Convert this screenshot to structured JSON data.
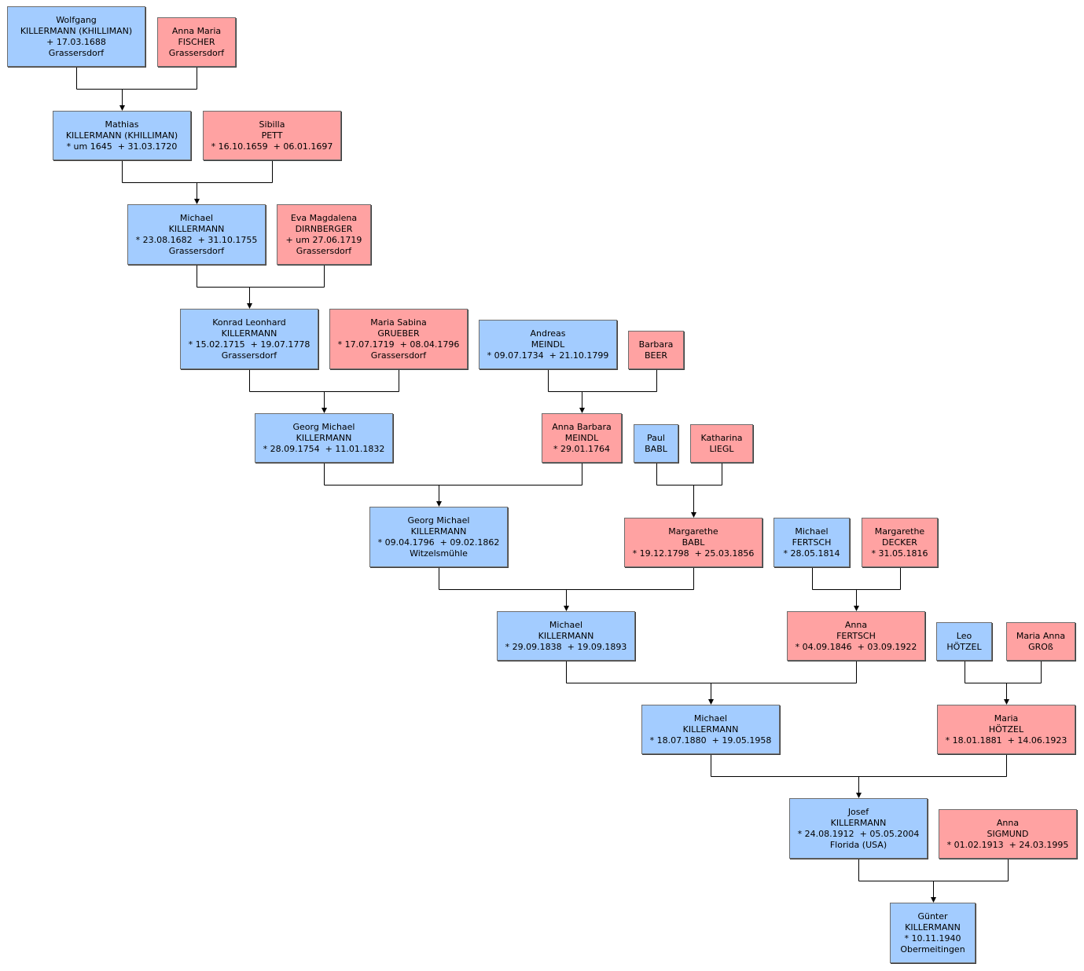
{
  "colors": {
    "male": "#a3ccff",
    "female": "#ffa2a2",
    "line": "#000000",
    "border": "#6d6d6d"
  },
  "people": {
    "wolfgang": {
      "gender": "m",
      "lines": [
        "Wolfgang",
        "KILLERMANN (KHILLIMAN)",
        "+ 17.03.1688",
        "Grassersdorf"
      ]
    },
    "anna_maria_fischer": {
      "gender": "f",
      "lines": [
        "Anna Maria",
        "FISCHER",
        "Grassersdorf"
      ]
    },
    "mathias": {
      "gender": "m",
      "lines": [
        "Mathias",
        "KILLERMANN (KHILLIMAN)",
        "* um 1645  + 31.03.1720"
      ]
    },
    "sibilla": {
      "gender": "f",
      "lines": [
        "Sibilla",
        "PETT",
        "* 16.10.1659  + 06.01.1697"
      ]
    },
    "michael_1682": {
      "gender": "m",
      "lines": [
        "Michael",
        "KILLERMANN",
        "* 23.08.1682  + 31.10.1755",
        "Grassersdorf"
      ]
    },
    "eva_magdalena": {
      "gender": "f",
      "lines": [
        "Eva Magdalena",
        "DIRNBERGER",
        "+ um 27.06.1719",
        "Grassersdorf"
      ]
    },
    "konrad_leonhard": {
      "gender": "m",
      "lines": [
        "Konrad Leonhard",
        "KILLERMANN",
        "* 15.02.1715  + 19.07.1778",
        "Grassersdorf"
      ]
    },
    "maria_sabina": {
      "gender": "f",
      "lines": [
        "Maria Sabina",
        "GRUEBER",
        "* 17.07.1719  + 08.04.1796",
        "Grassersdorf"
      ]
    },
    "andreas": {
      "gender": "m",
      "lines": [
        "Andreas",
        "MEINDL",
        "* 09.07.1734  + 21.10.1799"
      ]
    },
    "barbara_beer": {
      "gender": "f",
      "lines": [
        "Barbara",
        "BEER"
      ]
    },
    "georg_michael_1754": {
      "gender": "m",
      "lines": [
        "Georg Michael",
        "KILLERMANN",
        "* 28.09.1754  + 11.01.1832"
      ]
    },
    "anna_barbara": {
      "gender": "f",
      "lines": [
        "Anna Barbara",
        "MEINDL",
        "* 29.01.1764"
      ]
    },
    "paul_babl": {
      "gender": "m",
      "lines": [
        "Paul",
        "BABL"
      ]
    },
    "katharina_liegl": {
      "gender": "f",
      "lines": [
        "Katharina",
        "LIEGL"
      ]
    },
    "georg_michael_1796": {
      "gender": "m",
      "lines": [
        "Georg Michael",
        "KILLERMANN",
        "* 09.04.1796  + 09.02.1862",
        "Witzelsmühle"
      ]
    },
    "margarethe_babl": {
      "gender": "f",
      "lines": [
        "Margarethe",
        "BABL",
        "* 19.12.1798  + 25.03.1856"
      ]
    },
    "michael_fertsch": {
      "gender": "m",
      "lines": [
        "Michael",
        "FERTSCH",
        "* 28.05.1814"
      ]
    },
    "margarethe_decker": {
      "gender": "f",
      "lines": [
        "Margarethe",
        "DECKER",
        "* 31.05.1816"
      ]
    },
    "michael_1838": {
      "gender": "m",
      "lines": [
        "Michael",
        "KILLERMANN",
        "* 29.09.1838  + 19.09.1893"
      ]
    },
    "anna_fertsch": {
      "gender": "f",
      "lines": [
        "Anna",
        "FERTSCH",
        "* 04.09.1846  + 03.09.1922"
      ]
    },
    "leo_hoetzel": {
      "gender": "m",
      "lines": [
        "Leo",
        "HÖTZEL"
      ]
    },
    "maria_anna_gross": {
      "gender": "f",
      "lines": [
        "Maria Anna",
        "GROß"
      ]
    },
    "michael_1880": {
      "gender": "m",
      "lines": [
        "Michael",
        "KILLERMANN",
        "* 18.07.1880  + 19.05.1958"
      ]
    },
    "maria_hoetzel": {
      "gender": "f",
      "lines": [
        "Maria",
        "HÖTZEL",
        "* 18.01.1881  + 14.06.1923"
      ]
    },
    "josef": {
      "gender": "m",
      "lines": [
        "Josef",
        "KILLERMANN",
        "* 24.08.1912  + 05.05.2004",
        "Florida (USA)"
      ]
    },
    "anna_sigmund": {
      "gender": "f",
      "lines": [
        "Anna",
        "SIGMUND",
        "* 01.02.1913  + 24.03.1995"
      ]
    },
    "guenter": {
      "gender": "m",
      "lines": [
        "Günter",
        "KILLERMANN",
        "* 10.11.1940",
        "Obermeitingen"
      ]
    }
  },
  "families": [
    {
      "father": "wolfgang",
      "mother": "anna_maria_fischer",
      "child": "mathias"
    },
    {
      "father": "mathias",
      "mother": "sibilla",
      "child": "michael_1682"
    },
    {
      "father": "michael_1682",
      "mother": "eva_magdalena",
      "child": "konrad_leonhard"
    },
    {
      "father": "konrad_leonhard",
      "mother": "maria_sabina",
      "child": "georg_michael_1754"
    },
    {
      "father": "andreas",
      "mother": "barbara_beer",
      "child": "anna_barbara"
    },
    {
      "father": "georg_michael_1754",
      "mother": "anna_barbara",
      "child": "georg_michael_1796"
    },
    {
      "father": "paul_babl",
      "mother": "katharina_liegl",
      "child": "margarethe_babl"
    },
    {
      "father": "georg_michael_1796",
      "mother": "margarethe_babl",
      "child": "michael_1838"
    },
    {
      "father": "michael_fertsch",
      "mother": "margarethe_decker",
      "child": "anna_fertsch"
    },
    {
      "father": "michael_1838",
      "mother": "anna_fertsch",
      "child": "michael_1880"
    },
    {
      "father": "leo_hoetzel",
      "mother": "maria_anna_gross",
      "child": "maria_hoetzel"
    },
    {
      "father": "michael_1880",
      "mother": "maria_hoetzel",
      "child": "josef"
    },
    {
      "father": "josef",
      "mother": "anna_sigmund",
      "child": "guenter"
    }
  ]
}
